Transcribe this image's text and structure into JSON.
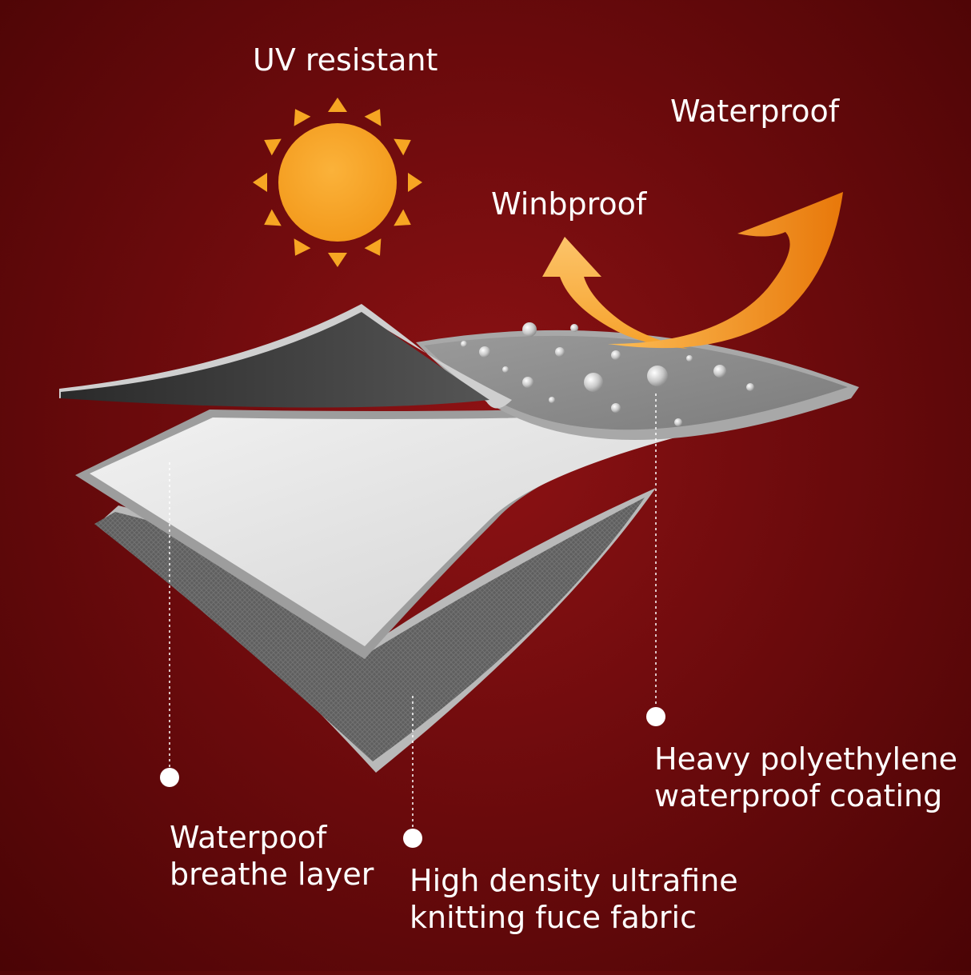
{
  "labels": {
    "uv_resistant": "UV resistant",
    "waterproof": "Waterproof",
    "windproof": "Winbproof"
  },
  "callouts": {
    "coating": {
      "line1": "Heavy polyethylene",
      "line2": "waterproof coating"
    },
    "breathe_layer": {
      "line1": "Waterpoof",
      "line2": "breathe layer"
    },
    "fabric": {
      "line1": "High density ultrafine",
      "line2": "knitting fuce fabric"
    }
  },
  "colors": {
    "background": "#6e0b0d",
    "sun": "#f6a623",
    "arrow": "#f59a1e",
    "top_layer": "#8e8e8e",
    "middle_layer": "#e4e4e4",
    "bottom_layer": "#6a6a6a",
    "text": "#ffffff"
  }
}
